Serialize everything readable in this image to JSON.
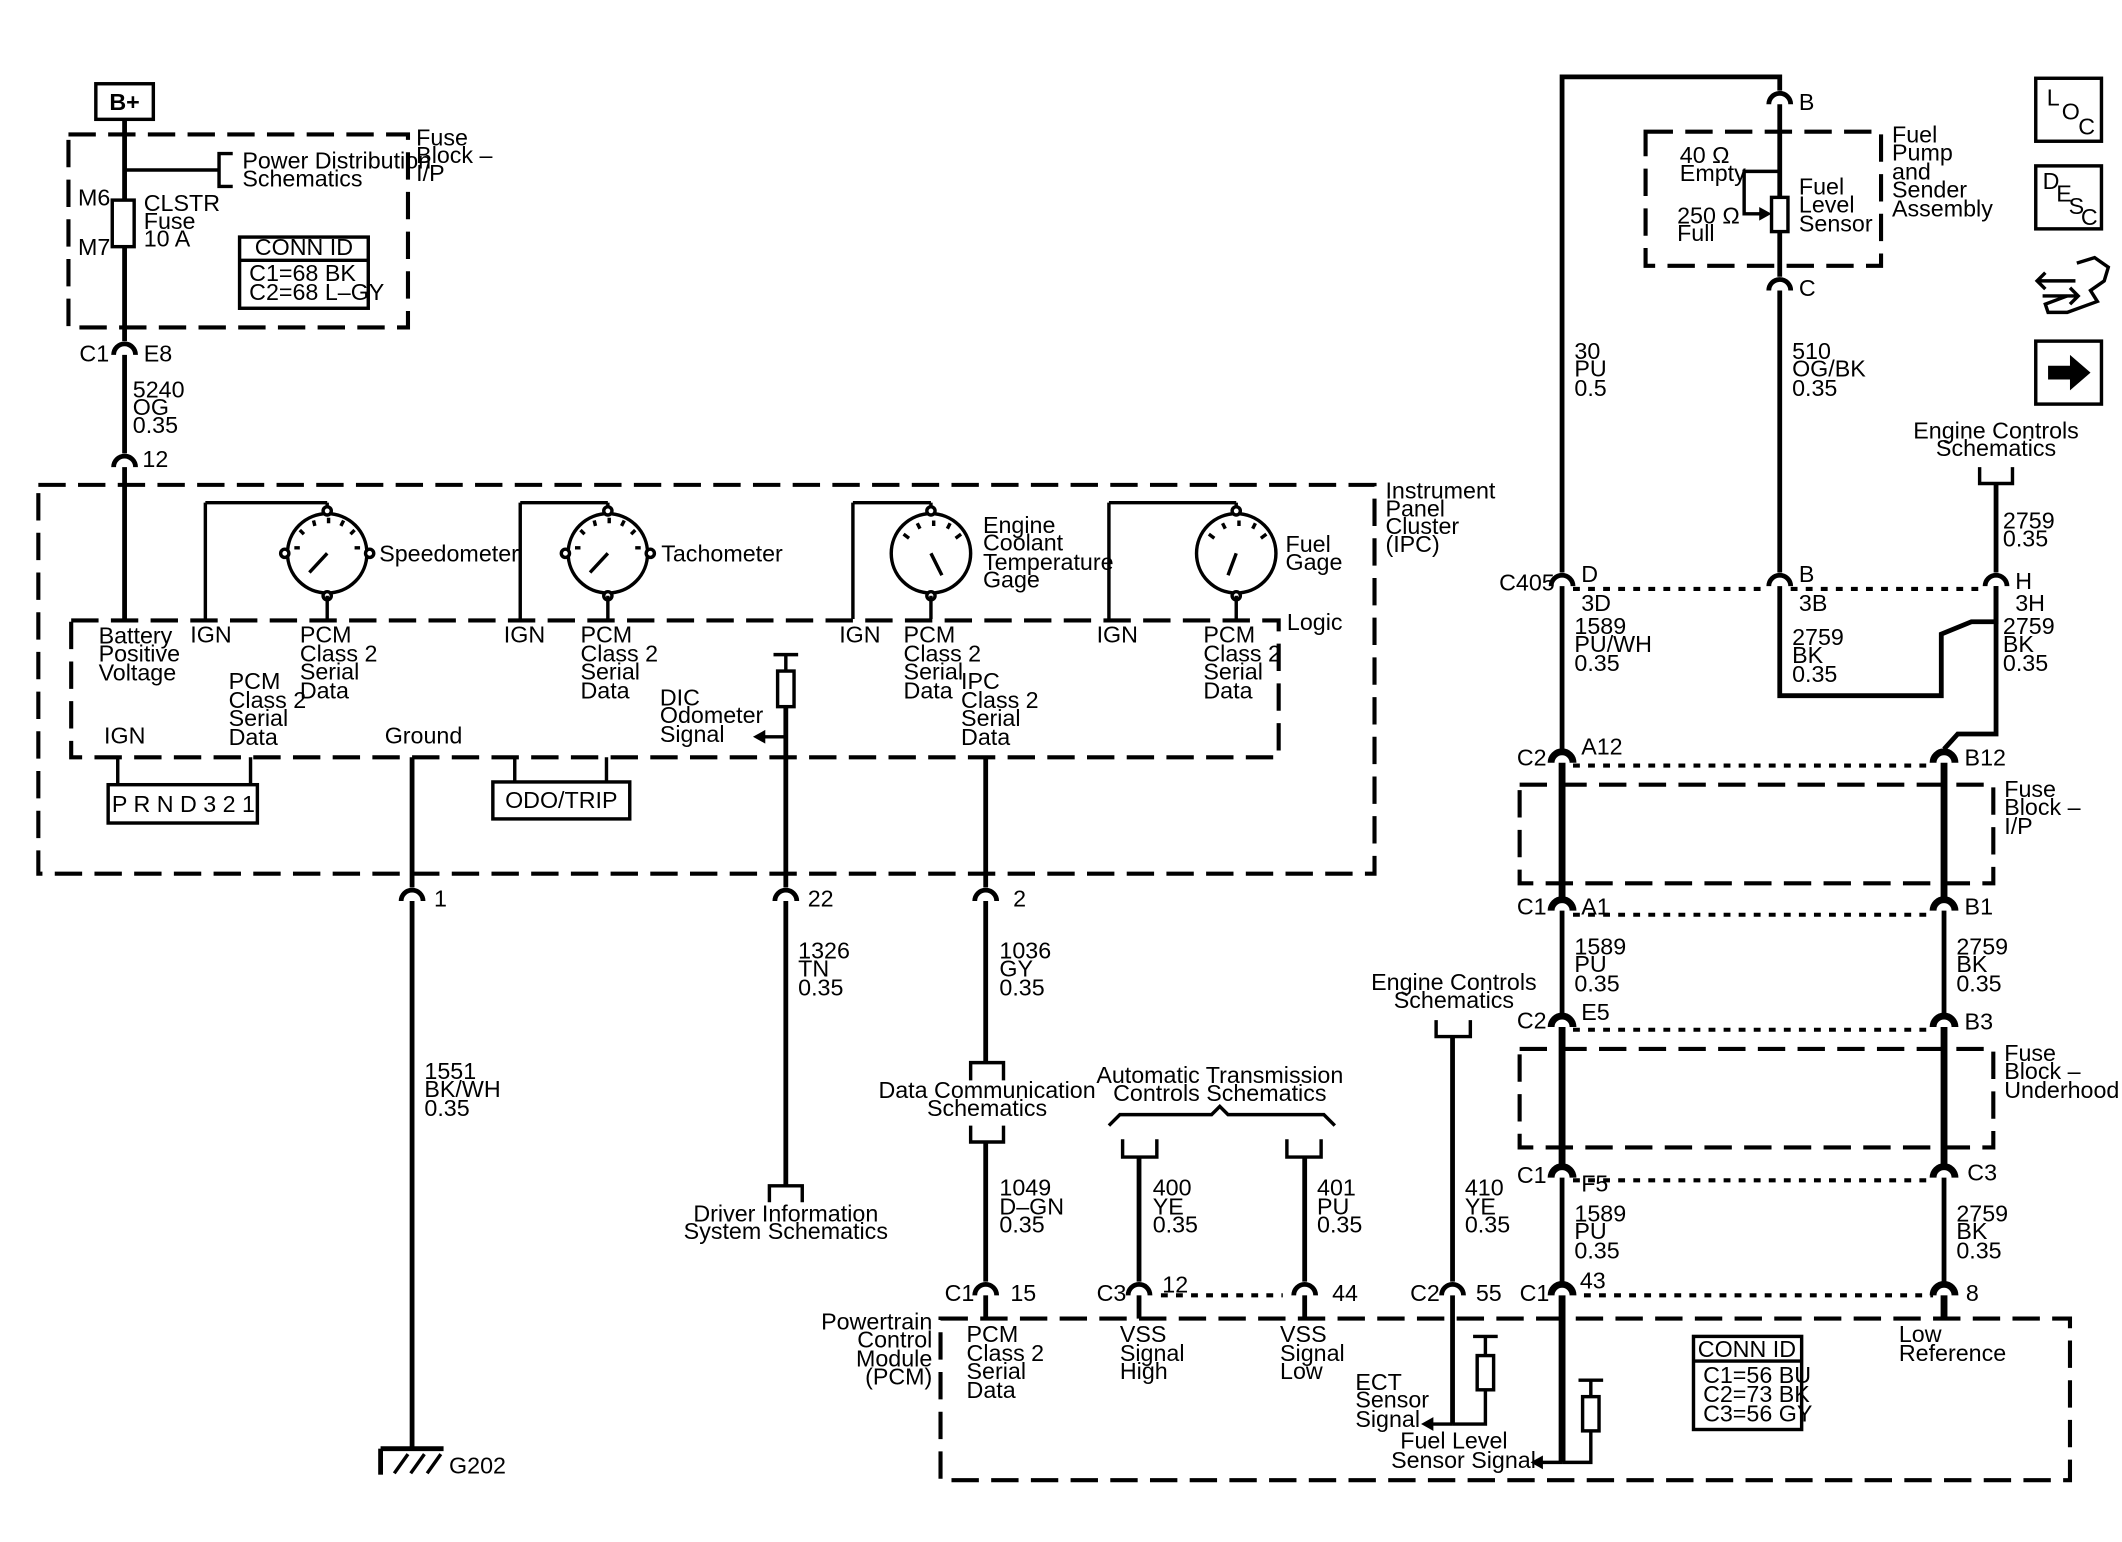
{
  "power": {
    "b_plus": "B+",
    "fuse_block_ip": [
      "Fuse",
      "Block –",
      "I/P"
    ],
    "power_dist": [
      "Power Distribution",
      "Schematics"
    ],
    "pin_m6": "M6",
    "pin_m7": "M7",
    "fuse": [
      "CLSTR",
      "Fuse",
      "10 A"
    ],
    "conn_id_title": "CONN ID",
    "conn_id": [
      "C1=68 BK",
      "C2=68 L–GY"
    ],
    "c1": "C1",
    "e8": "E8",
    "wire_5240": [
      "5240",
      "OG",
      "0.35"
    ],
    "pin_12": "12"
  },
  "ipc": {
    "title": [
      "Instrument",
      "Panel",
      "Cluster",
      "(IPC)"
    ],
    "logic": "Logic",
    "speedometer": "Speedometer",
    "tachometer": "Tachometer",
    "ect_gage": [
      "Engine",
      "Coolant",
      "Temperature",
      "Gage"
    ],
    "fuel_gage": [
      "Fuel",
      "Gage"
    ],
    "ign": "IGN",
    "pcm_serial": [
      "PCM",
      "Class 2",
      "Serial",
      "Data"
    ],
    "battery": [
      "Battery",
      "Positive",
      "Voltage"
    ],
    "pcm_serial_2": [
      "PCM",
      "Class 2",
      "Serial",
      "Data"
    ],
    "ign_bottom": "IGN",
    "ground": "Ground",
    "dic": [
      "DIC",
      "Odometer",
      "Signal"
    ],
    "ipc_serial": [
      "IPC",
      "Class 2",
      "Serial",
      "Data"
    ],
    "prnd": "P R N D 3 2 1",
    "odo_trip": "ODO/TRIP",
    "pin_1": "1",
    "pin_22": "22",
    "pin_2": "2"
  },
  "lower_left": {
    "wire_1551": [
      "1551",
      "BK/WH",
      "0.35"
    ],
    "g202": "G202",
    "wire_1326": [
      "1326",
      "TN",
      "0.35"
    ],
    "dis": [
      "Driver Information",
      "System Schematics"
    ],
    "wire_1036": [
      "1036",
      "GY",
      "0.35"
    ],
    "data_comm": [
      "Data Communication",
      "Schematics"
    ],
    "wire_1049": [
      "1049",
      "D–GN",
      "0.35"
    ]
  },
  "pcm": {
    "title": [
      "Powertrain",
      "Control",
      "Module",
      "(PCM)"
    ],
    "auto_trans": [
      "Automatic Transmission",
      "Controls Schematics"
    ],
    "wire_400": [
      "400",
      "YE",
      "0.35"
    ],
    "wire_401": [
      "401",
      "PU",
      "0.35"
    ],
    "engine_ctrl": [
      "Engine Controls",
      "Schematics"
    ],
    "wire_410": [
      "410",
      "YE",
      "0.35"
    ],
    "c1": "C1",
    "c3": "C3",
    "c2": "C2",
    "pin_15": "15",
    "pin_12": "12",
    "pin_44": "44",
    "pin_55": "55",
    "pin_43": "43",
    "pin_8": "8",
    "pcm_serial": [
      "PCM",
      "Class 2",
      "Serial",
      "Data"
    ],
    "vss_high": [
      "VSS",
      "Signal",
      "High"
    ],
    "vss_low": [
      "VSS",
      "Signal",
      "Low"
    ],
    "ect_signal": [
      "ECT",
      "Sensor",
      "Signal"
    ],
    "fuel_level_signal": [
      "Fuel Level",
      "Sensor Signal"
    ],
    "low_ref": [
      "Low",
      "Reference"
    ],
    "conn_id_title": "CONN ID",
    "conn_id": [
      "C1=56 BU",
      "C2=73 BK",
      "C3=56 GY"
    ]
  },
  "right": {
    "pin_b": "B",
    "pin_c": "C",
    "sender": [
      "Fuel",
      "Pump",
      "and",
      "Sender",
      "Assembly"
    ],
    "empty": [
      "40 Ω",
      "Empty"
    ],
    "full": [
      "250 Ω",
      "Full"
    ],
    "sensor": [
      "Fuel",
      "Level",
      "Sensor"
    ],
    "wire_30": [
      "30",
      "PU",
      "0.5"
    ],
    "wire_510": [
      "510",
      "OG/BK",
      "0.35"
    ],
    "engine_ctrl": [
      "Engine Controls",
      "Schematics"
    ],
    "wire_2759_top": [
      "2759",
      "0.35"
    ],
    "c405": "C405",
    "pin_d": "D",
    "pin_b2": "B",
    "pin_h": "H",
    "pin_3d": "3D",
    "pin_3b": "3B",
    "pin_3h": "3H",
    "wire_1589_a": [
      "1589",
      "PU/WH",
      "0.35"
    ],
    "wire_2759_a": [
      "2759",
      "BK",
      "0.35"
    ],
    "wire_2759_b": [
      "2759",
      "BK",
      "0.35"
    ],
    "c2": "C2",
    "a12": "A12",
    "b12": "B12",
    "fuse_block_ip": [
      "Fuse",
      "Block –",
      "I/P"
    ],
    "c1": "C1",
    "a1": "A1",
    "b1": "B1",
    "wire_1589_b": [
      "1589",
      "PU",
      "0.35"
    ],
    "wire_2759_c": [
      "2759",
      "BK",
      "0.35"
    ],
    "c2b": "C2",
    "e5": "E5",
    "b3": "B3",
    "fuse_block_uh": [
      "Fuse",
      "Block –",
      "Underhood"
    ],
    "c1b": "C1",
    "f5": "F5",
    "c3": "C3",
    "wire_1589_c": [
      "1589",
      "PU",
      "0.35"
    ],
    "wire_2759_d": [
      "2759",
      "BK",
      "0.35"
    ]
  },
  "nav": {
    "loc_icon": [
      "L",
      "O",
      "C"
    ],
    "desc_icon": [
      "D",
      "E",
      "S",
      "C"
    ],
    "icons": [
      "loc-icon",
      "desc-icon",
      "connector-icon",
      "next-arrow-icon"
    ]
  }
}
